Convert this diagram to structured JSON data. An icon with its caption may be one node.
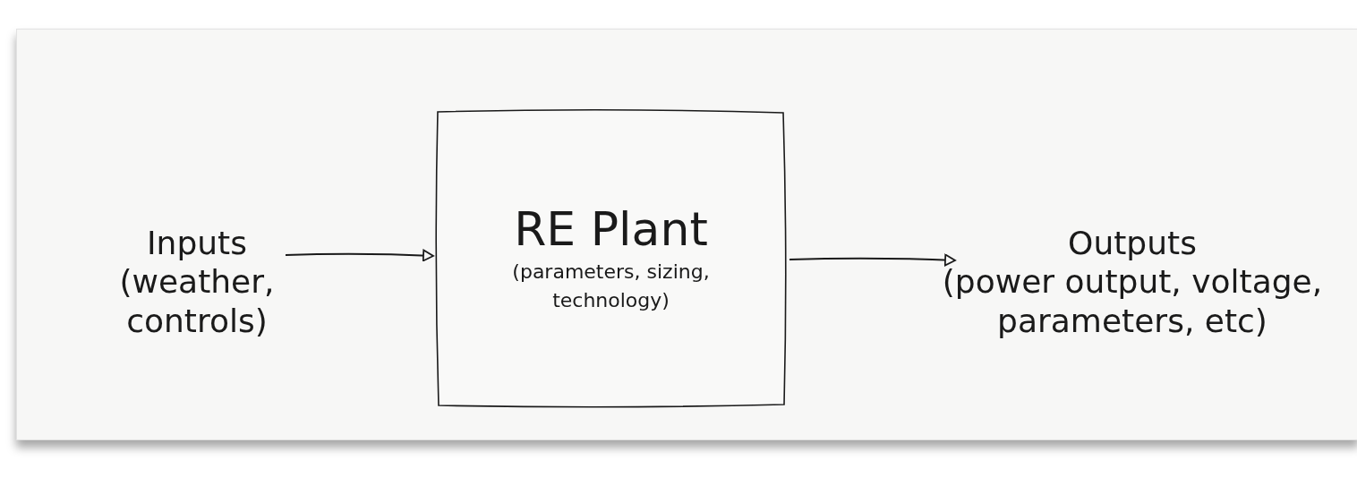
{
  "diagram": {
    "nodes": [
      {
        "text": [
          "Inputs",
          "(weather, controls)"
        ]
      },
      {
        "text": [
          "RE Plant",
          "(parameters, sizing, technology)"
        ]
      },
      {
        "text": [
          "Outputs",
          "(power output, voltage, parameters, etc)"
        ]
      }
    ],
    "edges": [
      {
        "from": 0,
        "to": 1,
        "arrow": "to"
      },
      {
        "from": 1,
        "to": 2,
        "arrow": "to"
      }
    ]
  }
}
